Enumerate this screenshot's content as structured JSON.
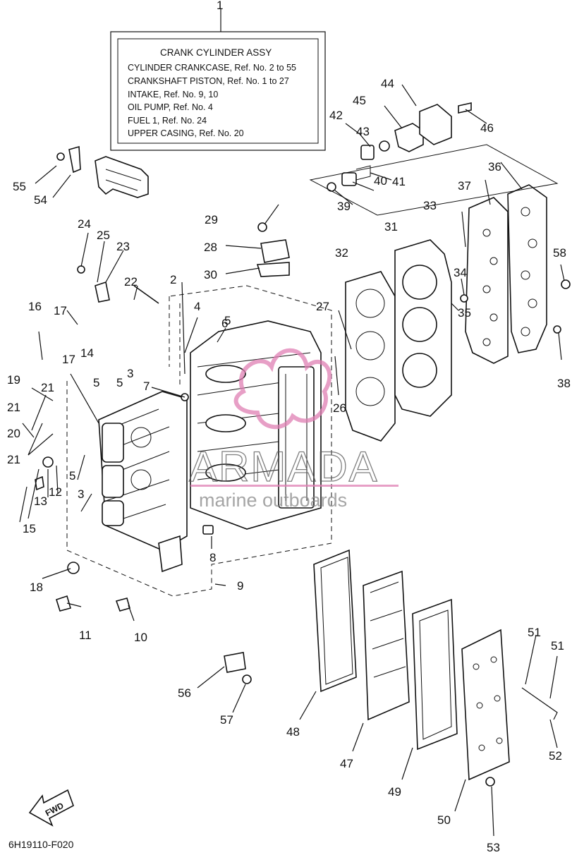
{
  "assembly": {
    "ref": "1",
    "title": "CRANK CYLINDER ASSY",
    "lines": [
      "CYLINDER CRANKCASE,  Ref. No. 2  to  55",
      "CRANKSHAFT PISTON,  Ref. No. 1  to  27",
      "INTAKE,  Ref. No. 9, 10",
      "OIL PUMP,  Ref. No. 4",
      "FUEL 1,  Ref. No. 24",
      "UPPER CASING,  Ref. No. 20"
    ]
  },
  "callouts": [
    "2",
    "3",
    "3",
    "4",
    "5",
    "5",
    "5",
    "5",
    "6",
    "7",
    "8",
    "9",
    "10",
    "11",
    "12",
    "13",
    "14",
    "15",
    "16",
    "17",
    "17",
    "18",
    "19",
    "20",
    "21",
    "21",
    "21",
    "22",
    "23",
    "24",
    "25",
    "26",
    "27",
    "28",
    "29",
    "30",
    "31",
    "32",
    "33",
    "34",
    "35",
    "36",
    "37",
    "38",
    "39",
    "40",
    "41",
    "42",
    "43",
    "44",
    "45",
    "46",
    "47",
    "48",
    "49",
    "50",
    "51",
    "51",
    "52",
    "53",
    "54",
    "55",
    "56",
    "57",
    "58"
  ],
  "fwd_label": "FWD",
  "diagram_code": "6H19110-F020",
  "watermark": {
    "brand": "ARMADA",
    "sub": "marine outboards"
  }
}
